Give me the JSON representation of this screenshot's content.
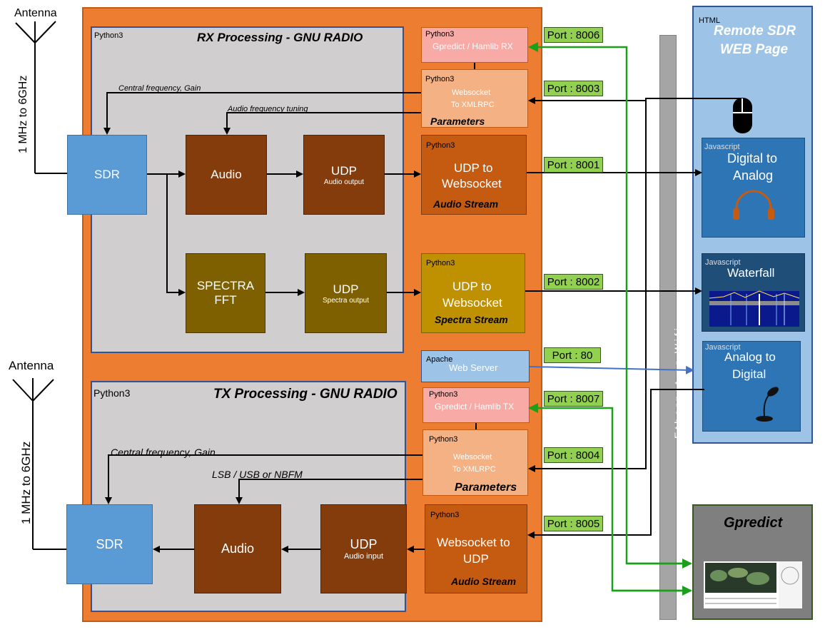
{
  "antenna_rx": "Antenna",
  "antenna_tx": "Antenna",
  "freq_rx": "1 MHz to 6GHz",
  "freq_tx": "1 MHz to 6GHz",
  "rx": {
    "tag": "Python3",
    "title": "RX Processing - GNU RADIO",
    "sdr": "SDR",
    "audio": "Audio",
    "udp_audio": "UDP",
    "udp_audio_sub": "Audio output",
    "spectra_1": "SPECTRA",
    "spectra_2": "FFT",
    "udp_spectra": "UDP",
    "udp_spectra_sub": "Spectra output",
    "central_freq": "Central frequency, Gain",
    "audio_tuning": "Audio frequency tuning"
  },
  "tx": {
    "tag": "Python3",
    "title": "TX Processing - GNU RADIO",
    "sdr": "SDR",
    "audio": "Audio",
    "udp_audio": "UDP",
    "udp_audio_sub": "Audio input",
    "central_freq": "Central frequency, Gain",
    "mode": "LSB / USB or NBFM"
  },
  "modules": {
    "gpredict_rx_tag": "Python3",
    "gpredict_rx": "Gpredict / Hamlib RX",
    "params_rx_tag": "Python3",
    "params_rx_1": "Websocket",
    "params_rx_2": "To XMLRPC",
    "params_rx_label": "Parameters",
    "audio_stream_rx_tag": "Python3",
    "audio_stream_rx_1": "UDP to",
    "audio_stream_rx_2": "Websocket",
    "audio_stream_rx_label": "Audio Stream",
    "spectra_stream_tag": "Python3",
    "spectra_stream_1": "UDP to",
    "spectra_stream_2": "Websocket",
    "spectra_stream_label": "Spectra Stream",
    "web_server_tag": "Apache",
    "web_server": "Web Server",
    "gpredict_tx_tag": "Python3",
    "gpredict_tx": "Gpredict / Hamlib TX",
    "params_tx_tag": "Python3",
    "params_tx_1": "Websocket",
    "params_tx_2": "To XMLRPC",
    "params_tx_label": "Parameters",
    "audio_stream_tx_tag": "Python3",
    "audio_stream_tx_1": "Websocket to",
    "audio_stream_tx_2": "UDP",
    "audio_stream_tx_label": "Audio Stream"
  },
  "ports": {
    "p8006": "Port : 8006",
    "p8003": "Port : 8003",
    "p8001": "Port : 8001",
    "p8002": "Port : 8002",
    "p80": "Port : 80",
    "p8007": "Port : 8007",
    "p8004": "Port : 8004",
    "p8005": "Port : 8005"
  },
  "ethernet": "E t h e r n e t   o r   W i f i",
  "web": {
    "tag": "HTML",
    "title_1": "Remote SDR",
    "title_2": "WEB Page",
    "d2a_tag": "Javascript",
    "d2a_1": "Digital to",
    "d2a_2": "Analog",
    "wf_tag": "Javascript",
    "wf": "Waterfall",
    "a2d_tag": "Javascript",
    "a2d_1": "Analog to",
    "a2d_2": "Digital"
  },
  "gpredict": "Gpredict",
  "colors": {
    "orange": "#ed7d31",
    "panel_gray": "#d0cece",
    "sdr_blue": "#5b9bd5",
    "audio_brown": "#843c0c",
    "spectra_olive": "#7f6000",
    "port_green": "#92d050",
    "green_line": "#1aa01a"
  }
}
